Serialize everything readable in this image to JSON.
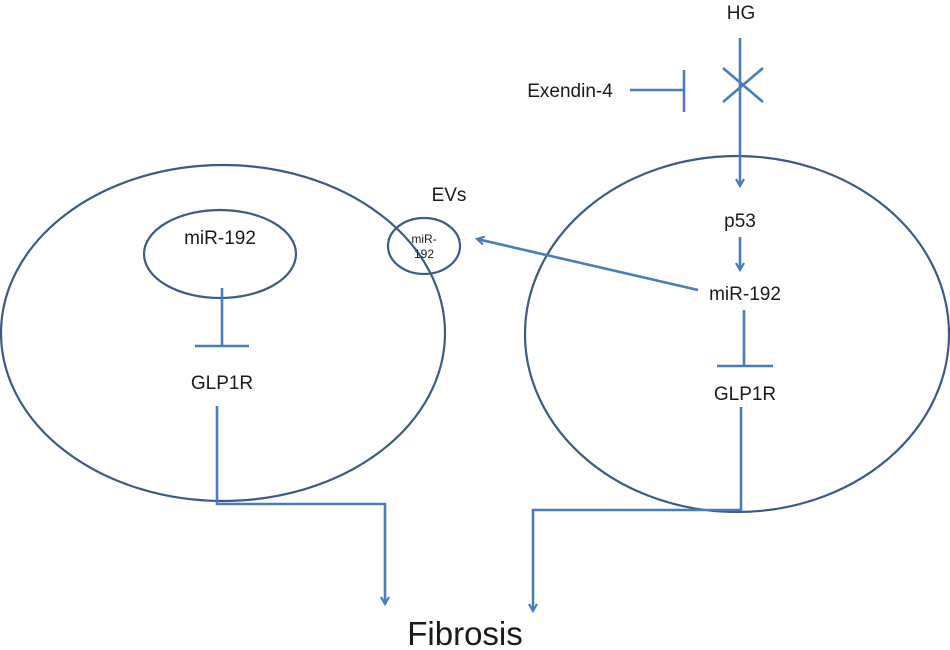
{
  "diagram": {
    "top_input": "HG",
    "inhibitor": "Exendin-4",
    "left_cell": {
      "mirna": "miR-192",
      "receptor": "GLP1R"
    },
    "right_cell": {
      "p53": "p53",
      "mirna": "miR-192",
      "receptor": "GLP1R"
    },
    "vesicles": {
      "label": "EVs",
      "content_line1": "miR-",
      "content_line2": "192"
    },
    "outcome": "Fibrosis",
    "colors": {
      "cell_outline": "#3b5b85",
      "arrows": "#4a7cb8",
      "text": "#1a1a1a"
    }
  }
}
